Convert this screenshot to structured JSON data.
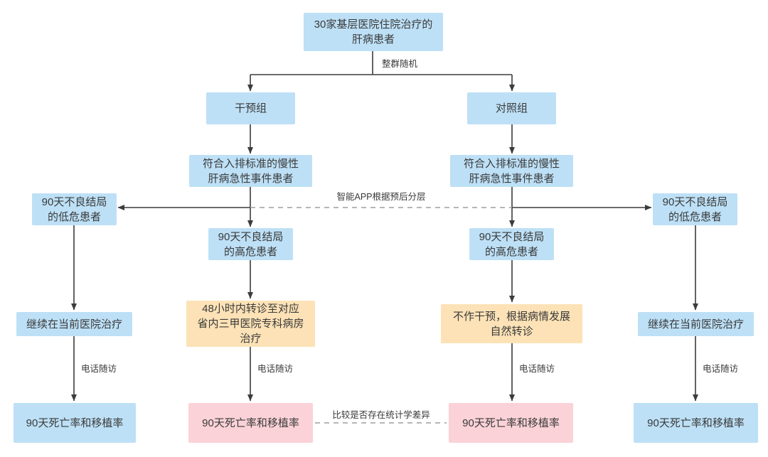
{
  "diagram": {
    "nodes": {
      "source_population": {
        "label": "30家基层医院住院治疗的\n肝病患者",
        "fill": "blue"
      },
      "intervention_group": {
        "label": "干预组",
        "fill": "blue"
      },
      "control_group": {
        "label": "对照组",
        "fill": "blue"
      },
      "eligible_left": {
        "label": "符合入排标准的慢性\n肝病急性事件患者",
        "fill": "blue"
      },
      "eligible_right": {
        "label": "符合入排标准的慢性\n肝病急性事件患者",
        "fill": "blue"
      },
      "low_risk_left": {
        "label": "90天不良结局\n的低危患者",
        "fill": "blue"
      },
      "high_risk_left": {
        "label": "90天不良结局\n的高危患者",
        "fill": "blue"
      },
      "high_risk_right": {
        "label": "90天不良结局\n的高危患者",
        "fill": "blue"
      },
      "low_risk_right": {
        "label": "90天不良结局\n的低危患者",
        "fill": "blue"
      },
      "continue_left": {
        "label": "继续在当前医院治疗",
        "fill": "blue"
      },
      "transfer_48h": {
        "label": "48小时内转诊至对应\n省内三甲医院专科病房\n治疗",
        "fill": "orange"
      },
      "natural_referral": {
        "label": "不作干预，根据病情发展\n自然转诊",
        "fill": "orange"
      },
      "continue_right": {
        "label": "继续在当前医院治疗",
        "fill": "blue"
      },
      "outcome_far_left": {
        "label": "90天死亡率和移植率",
        "fill": "blue"
      },
      "outcome_mid_left": {
        "label": "90天死亡率和移植率",
        "fill": "pink"
      },
      "outcome_mid_right": {
        "label": "90天死亡率和移植率",
        "fill": "pink"
      },
      "outcome_far_right": {
        "label": "90天死亡率和移植率",
        "fill": "blue"
      }
    },
    "edge_labels": {
      "cluster_randomization": "整群随机",
      "app_stratification": "智能APP根据预后分层",
      "phone_followup": "电话随访",
      "statistical_comparison": "比较是否存在统计学差异"
    },
    "colors": {
      "node_blue": "#BDE0F6",
      "node_orange": "#FCE2B6",
      "node_pink": "#FBD2D7",
      "line": "#3C3C3C",
      "dashed_line": "#9E9E9E",
      "text": "#3A3A3A",
      "background": "#FFFFFF"
    }
  }
}
